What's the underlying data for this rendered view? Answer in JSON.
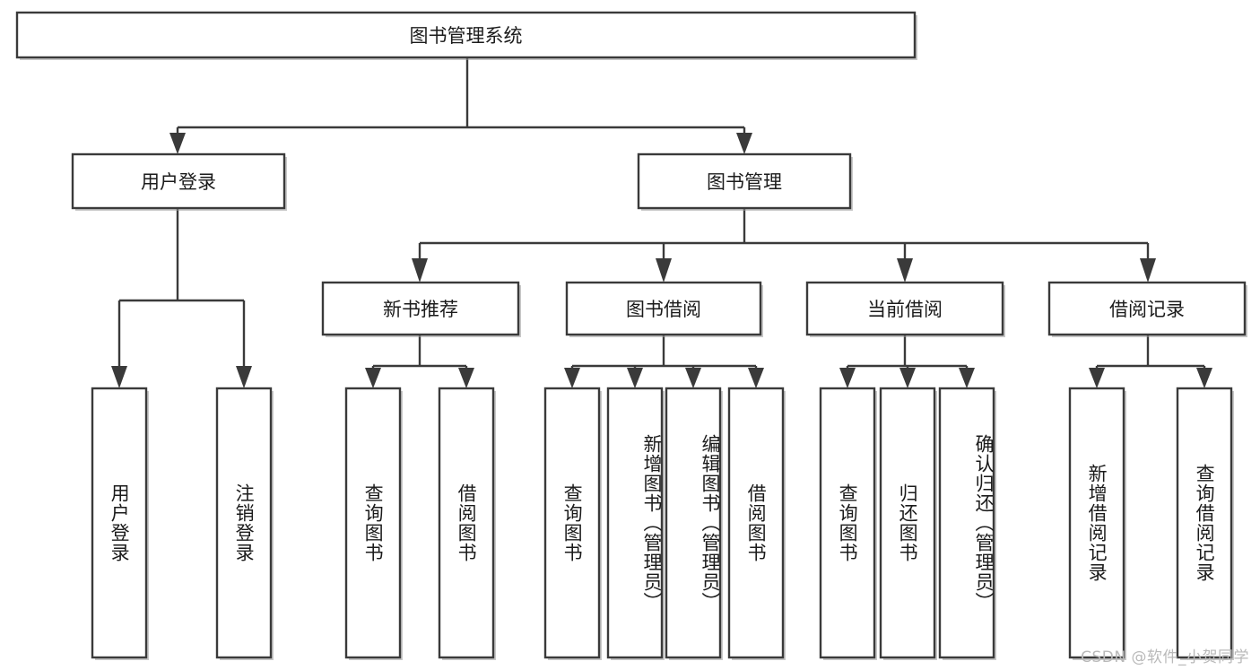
{
  "diagram": {
    "title": "图书管理系统",
    "type": "tree",
    "watermark": "CSDN @软件_小贺同学",
    "colors": {
      "box_stroke": "#3a3a3a",
      "box_fill": "#ffffff",
      "edge": "#3a3a3a",
      "text": "#1b1b1b",
      "background": "#ffffff",
      "watermark": "#b9b9b9"
    },
    "levels": {
      "root": {
        "label": "图书管理系统",
        "orientation": "horizontal"
      },
      "level2": [
        {
          "id": "user-login",
          "label": "用户登录",
          "orientation": "horizontal"
        },
        {
          "id": "book-manage",
          "label": "图书管理",
          "orientation": "horizontal"
        }
      ],
      "level3": [
        {
          "id": "new-book-recommend",
          "label": "新书推荐",
          "orientation": "horizontal",
          "parent": "book-manage"
        },
        {
          "id": "book-borrow",
          "label": "图书借阅",
          "orientation": "horizontal",
          "parent": "book-manage"
        },
        {
          "id": "current-borrow",
          "label": "当前借阅",
          "orientation": "horizontal",
          "parent": "book-manage"
        },
        {
          "id": "borrow-record",
          "label": "借阅记录",
          "orientation": "horizontal",
          "parent": "book-manage"
        }
      ],
      "leaves": [
        {
          "id": "leaf-user-login",
          "label": "用户登录",
          "parent": "user-login",
          "orientation": "vertical"
        },
        {
          "id": "leaf-logout-login",
          "label": "注销登录",
          "parent": "user-login",
          "orientation": "vertical"
        },
        {
          "id": "leaf-query-book-1",
          "label": "查询图书",
          "parent": "new-book-recommend",
          "orientation": "vertical"
        },
        {
          "id": "leaf-borrow-book-1",
          "label": "借阅图书",
          "parent": "new-book-recommend",
          "orientation": "vertical"
        },
        {
          "id": "leaf-query-book-2",
          "label": "查询图书",
          "parent": "book-borrow",
          "orientation": "vertical"
        },
        {
          "id": "leaf-add-book",
          "label": "新增图书（管理员）",
          "parent": "book-borrow",
          "orientation": "vertical"
        },
        {
          "id": "leaf-edit-book",
          "label": "编辑图书（管理员）",
          "parent": "book-borrow",
          "orientation": "vertical"
        },
        {
          "id": "leaf-borrow-book-2",
          "label": "借阅图书",
          "parent": "book-borrow",
          "orientation": "vertical"
        },
        {
          "id": "leaf-query-book-3",
          "label": "查询图书",
          "parent": "current-borrow",
          "orientation": "vertical"
        },
        {
          "id": "leaf-return-book",
          "label": "归还图书",
          "parent": "current-borrow",
          "orientation": "vertical"
        },
        {
          "id": "leaf-confirm-return",
          "label": "确认归还（管理员）",
          "parent": "current-borrow",
          "orientation": "vertical"
        },
        {
          "id": "leaf-add-record",
          "label": "新增借阅记录",
          "parent": "borrow-record",
          "orientation": "vertical"
        },
        {
          "id": "leaf-query-record",
          "label": "查询借阅记录",
          "parent": "borrow-record",
          "orientation": "vertical"
        }
      ]
    }
  }
}
